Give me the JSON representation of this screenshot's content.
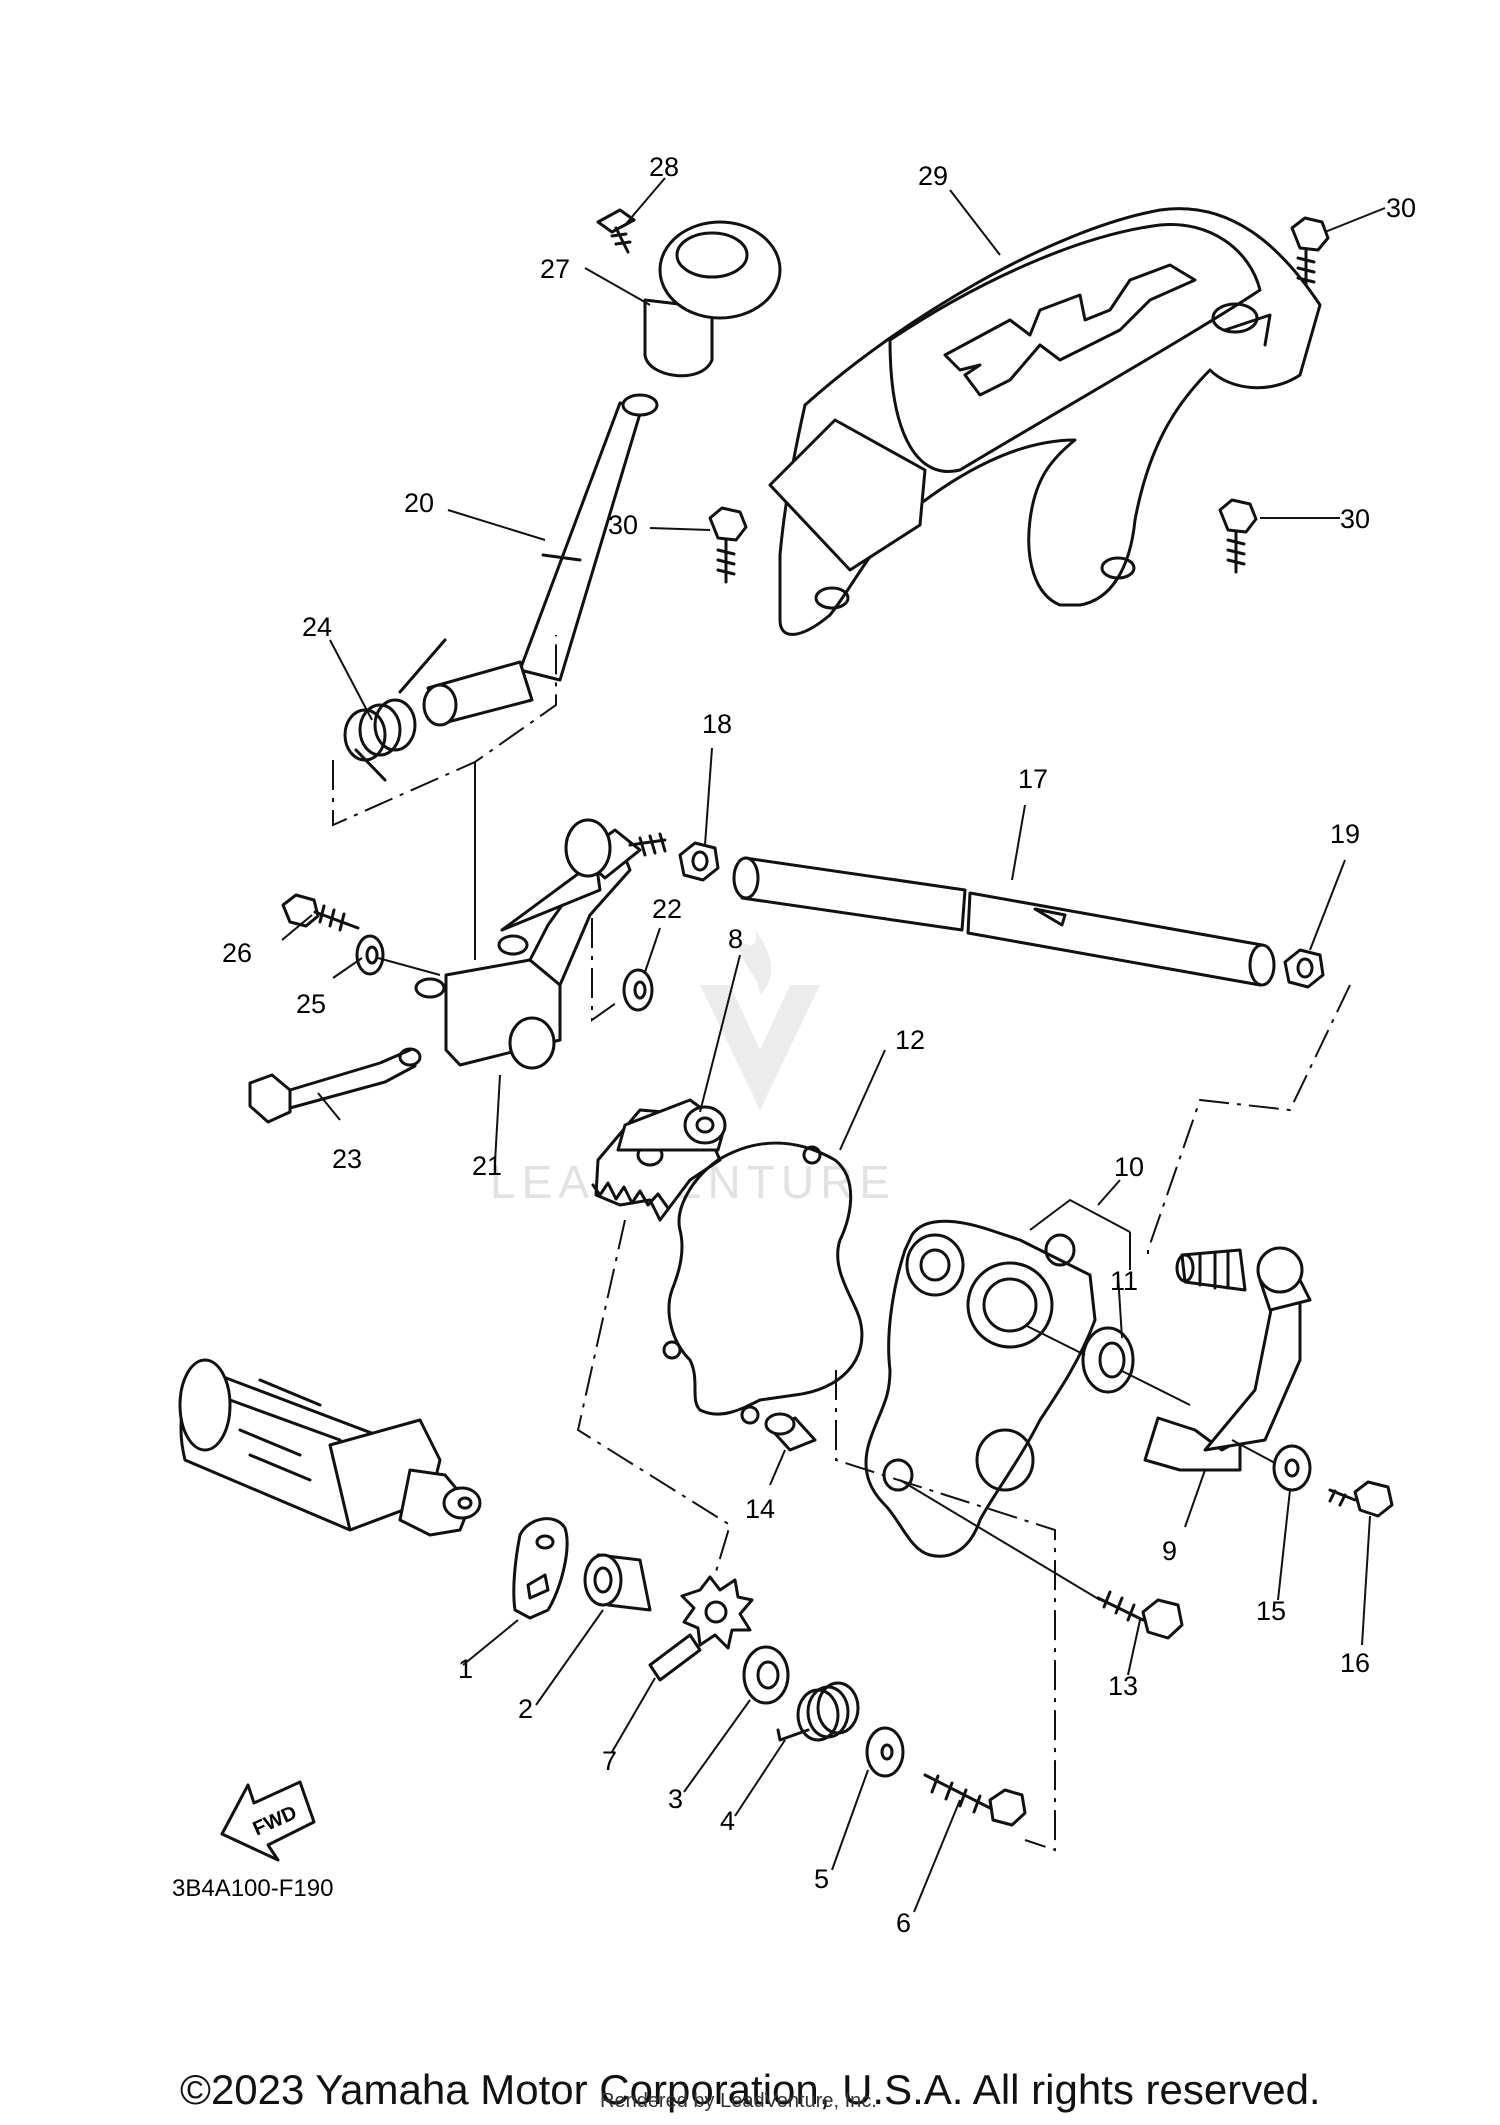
{
  "diagram": {
    "ref_code": "3B4A100-F190",
    "fwd_label": "FWD",
    "watermark": "LEADVENTURE"
  },
  "labels": [
    {
      "id": "1",
      "text": "1"
    },
    {
      "id": "2",
      "text": "2"
    },
    {
      "id": "3",
      "text": "3"
    },
    {
      "id": "4",
      "text": "4"
    },
    {
      "id": "5",
      "text": "5"
    },
    {
      "id": "6",
      "text": "6"
    },
    {
      "id": "7",
      "text": "7"
    },
    {
      "id": "8",
      "text": "8"
    },
    {
      "id": "9",
      "text": "9"
    },
    {
      "id": "10",
      "text": "10"
    },
    {
      "id": "11",
      "text": "11"
    },
    {
      "id": "12",
      "text": "12"
    },
    {
      "id": "13",
      "text": "13"
    },
    {
      "id": "14",
      "text": "14"
    },
    {
      "id": "15",
      "text": "15"
    },
    {
      "id": "16",
      "text": "16"
    },
    {
      "id": "17",
      "text": "17"
    },
    {
      "id": "18",
      "text": "18"
    },
    {
      "id": "19",
      "text": "19"
    },
    {
      "id": "20",
      "text": "20"
    },
    {
      "id": "21",
      "text": "21"
    },
    {
      "id": "22",
      "text": "22"
    },
    {
      "id": "23",
      "text": "23"
    },
    {
      "id": "24",
      "text": "24"
    },
    {
      "id": "25",
      "text": "25"
    },
    {
      "id": "26",
      "text": "26"
    },
    {
      "id": "27",
      "text": "27"
    },
    {
      "id": "28",
      "text": "28"
    },
    {
      "id": "29",
      "text": "29"
    },
    {
      "id": "30a",
      "text": "30"
    },
    {
      "id": "30b",
      "text": "30"
    },
    {
      "id": "30c",
      "text": "30"
    }
  ],
  "footer": {
    "copyright": "©2023 Yamaha Motor Corporation, U.S.A. All rights reserved.",
    "rendered_by": "Rendered by LeadVenture, Inc."
  }
}
